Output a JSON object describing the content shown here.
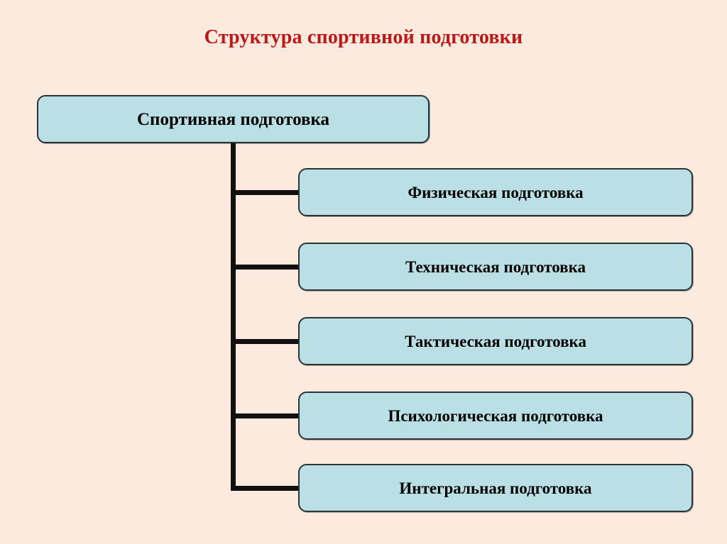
{
  "slide": {
    "title": "Структура спортивной подготовки",
    "background_color": "#fdeade",
    "title_color": "#bb1818"
  },
  "diagram": {
    "type": "hierarchy-tree",
    "node_fill_color": "#badfe5",
    "node_border_color": "#2a3338",
    "connector_color": "#111111",
    "root": {
      "label": "Спортивная подготовка"
    },
    "children": [
      {
        "label": "Физическая подготовка"
      },
      {
        "label": "Техническая подготовка"
      },
      {
        "label": "Тактическая подготовка"
      },
      {
        "label": "Психологическая подготовка"
      },
      {
        "label": "Интегральная подготовка"
      }
    ]
  }
}
